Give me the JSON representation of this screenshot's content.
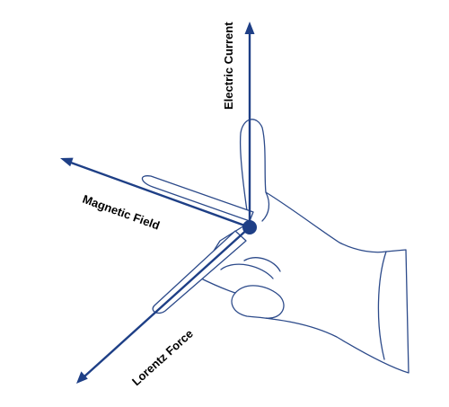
{
  "diagram": {
    "labels": {
      "electric_current": "Electric Current",
      "magnetic_field": "Magnetic Field",
      "lorentz_force": "Lorentz Force"
    },
    "colors": {
      "axis": "#1e3f86",
      "hand_outline": "#2c4a8a",
      "label_text": "#000000",
      "background": "#ffffff"
    },
    "icons": {
      "hand": "left-hand-icon",
      "origin": "origin-point-icon"
    }
  }
}
